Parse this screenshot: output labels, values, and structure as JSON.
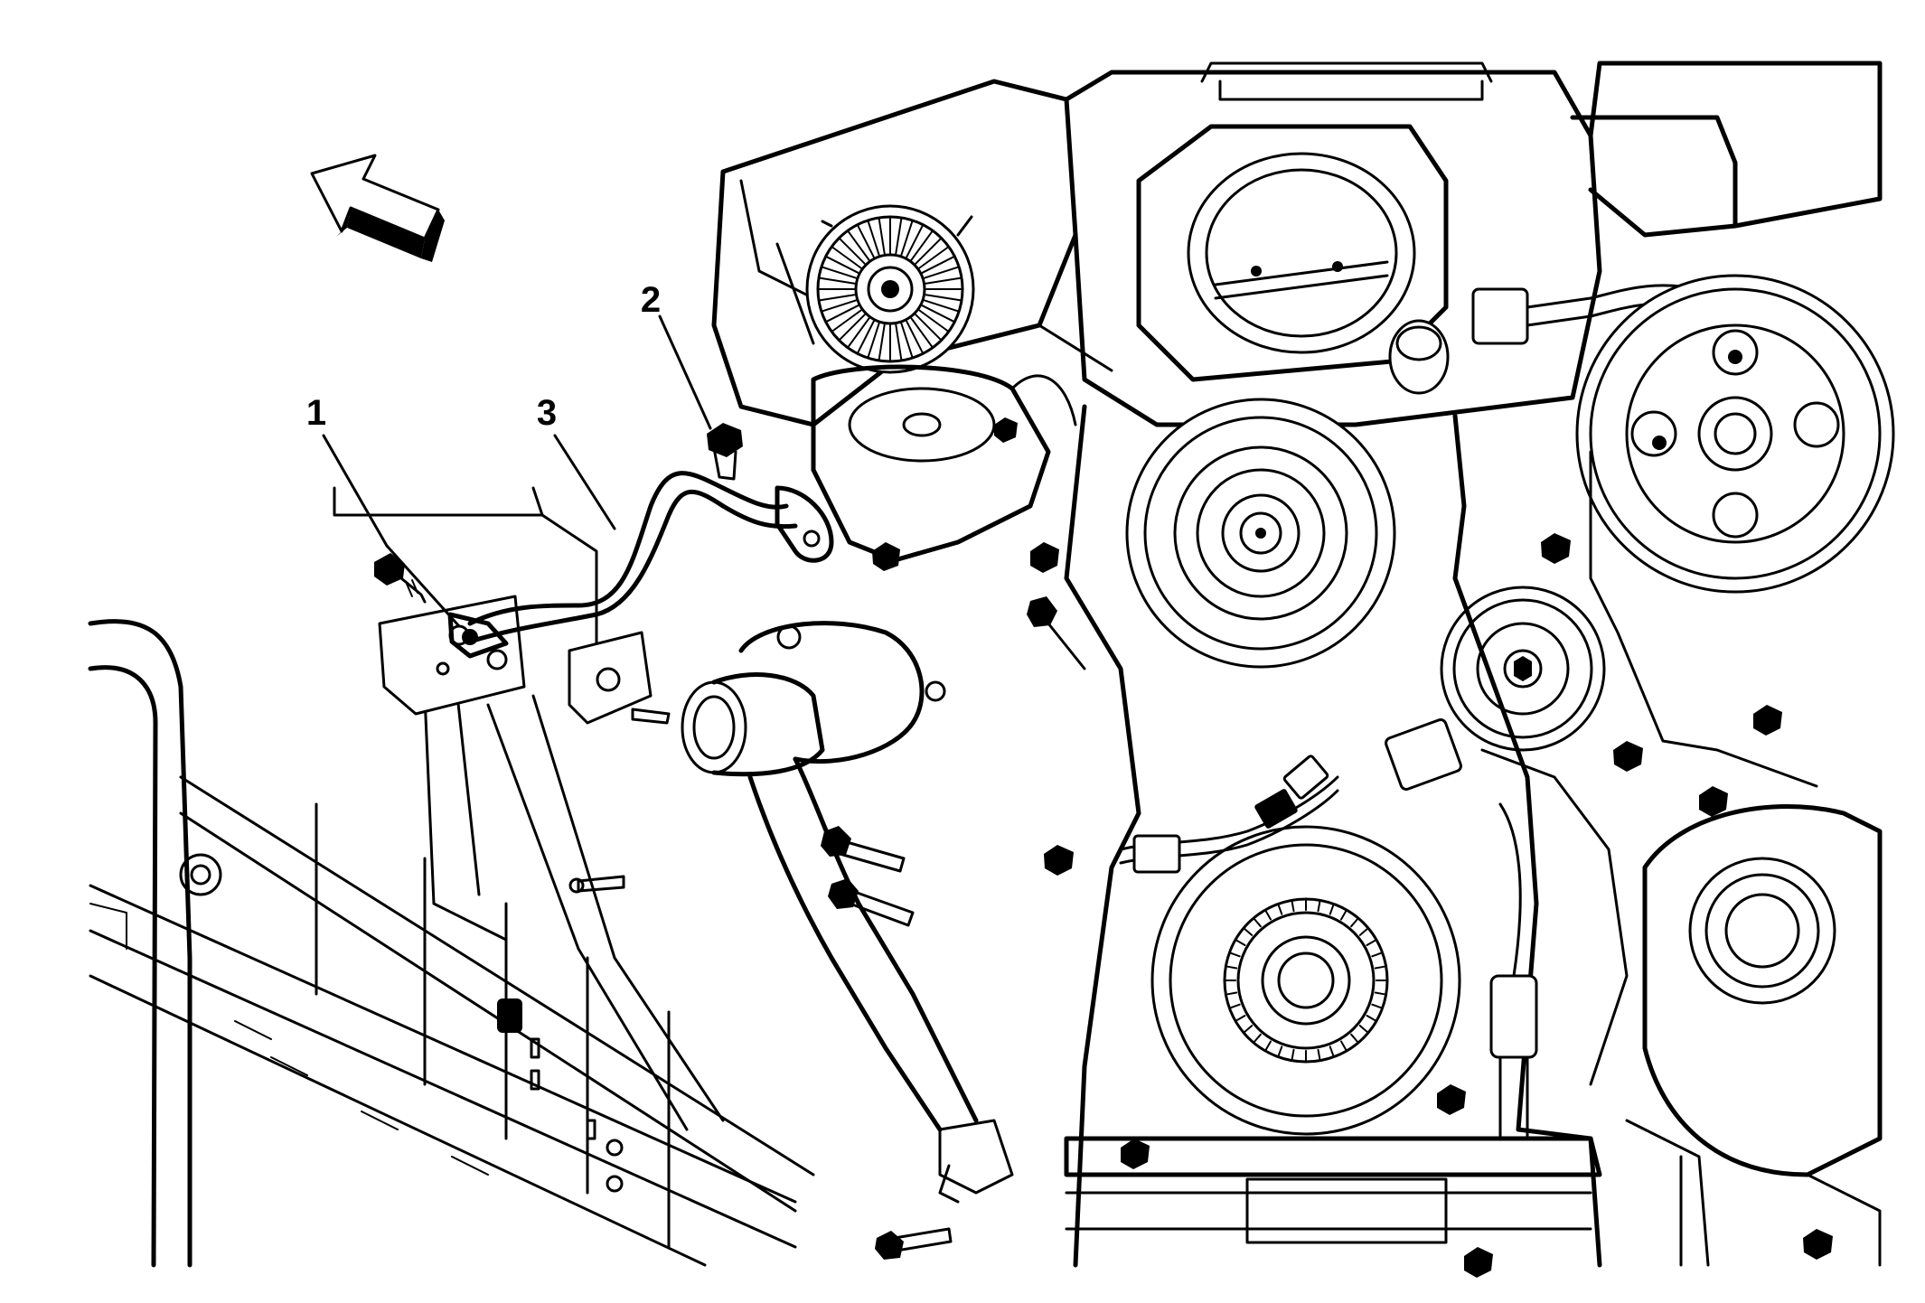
{
  "callouts": [
    {
      "id": "1",
      "label": "1"
    },
    {
      "id": "2",
      "label": "2"
    },
    {
      "id": "3",
      "label": "3"
    }
  ],
  "icons": {
    "direction_arrow": "arrow-up-left-icon"
  },
  "colors": {
    "line": "#000000",
    "background": "#ffffff"
  }
}
